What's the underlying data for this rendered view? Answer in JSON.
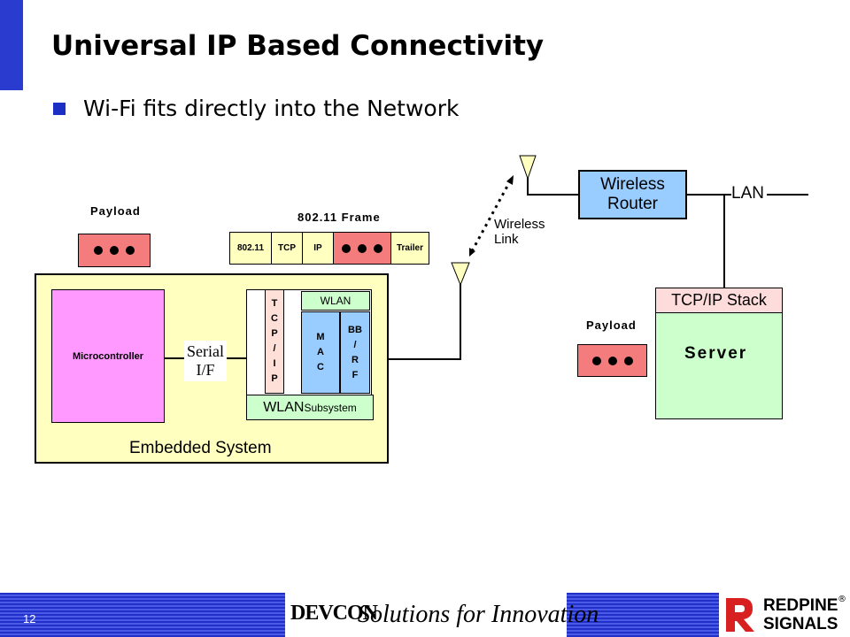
{
  "slide": {
    "title": "Universal IP Based Connectivity",
    "bullet": "Wi-Fi fits directly into the Network",
    "page_number": "12"
  },
  "left": {
    "payload_label": "Payload",
    "frame_label": "802.11 Frame",
    "frame_fields": [
      "802.11",
      "TCP",
      "IP",
      "Trailer"
    ],
    "microcontroller": "Microcontroller",
    "serial_line1": "Serial",
    "serial_line2": "I/F",
    "tcpip_letters": "T\nC\nP\n/\nI\nP",
    "wlan_header": "WLAN",
    "mac_letters": "M\nA\nC",
    "bbrf_letters": "BB\n/\nR\nF",
    "wlan_subsystem_a": "WLAN",
    "wlan_subsystem_b": " Subsystem",
    "embedded_system": "Embedded System"
  },
  "right": {
    "wireless_link_line1": "Wireless",
    "wireless_link_line2": "Link",
    "router_line1": "Wireless",
    "router_line2": "Router",
    "lan": "LAN",
    "tcpip_stack": "TCP/IP Stack",
    "server": "Server",
    "payload_label": "Payload"
  },
  "footer": {
    "brand": "DEVCON",
    "tagline": "Solutions for Innovation",
    "company_line1": "REDPINE",
    "company_line2": "SIGNALS",
    "registered": "®"
  },
  "colors": {
    "title_bar": "#2a3bd0",
    "payload_fill": "#f47c7c",
    "microcontroller_fill": "#ff99ff",
    "embedded_fill": "#ffffc0",
    "wlan_fill": "#ccffcc",
    "mac_fill": "#99ccff",
    "tcpip_fill": "#ffe0d8",
    "router_fill": "#99ccff",
    "server_fill": "#ccffcc",
    "stack_fill": "#ffdcdc",
    "frame_fill": "#ffffc0"
  }
}
